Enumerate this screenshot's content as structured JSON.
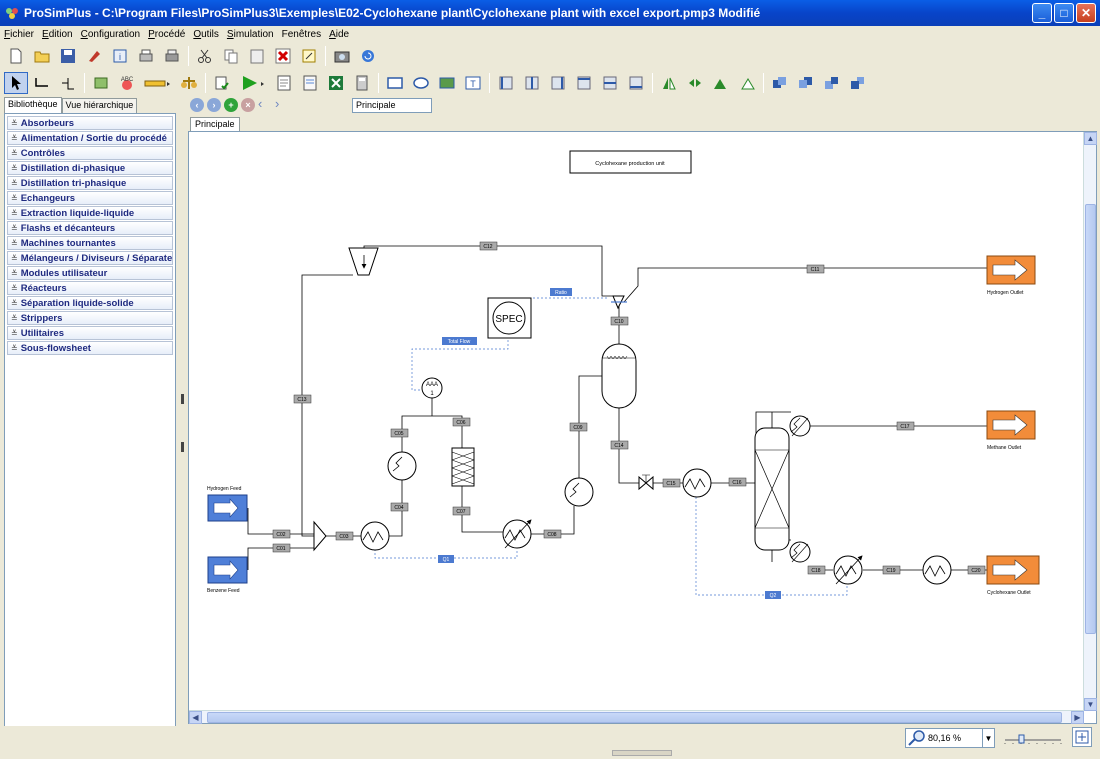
{
  "window": {
    "title": "ProSimPlus - C:\\Program Files\\ProSimPlus3\\Exemples\\E02-Cyclohexane plant\\Cyclohexane plant with excel export.pmp3   Modifié"
  },
  "menu": [
    {
      "u": "F",
      "rest": "ichier"
    },
    {
      "u": "E",
      "rest": "dition"
    },
    {
      "u": "C",
      "rest": "onfiguration"
    },
    {
      "u": "P",
      "rest": "rocédé"
    },
    {
      "u": "O",
      "rest": "utils"
    },
    {
      "u": "S",
      "rest": "imulation"
    },
    {
      "u": "",
      "rest": "Fenêtres"
    },
    {
      "u": "A",
      "rest": "ide"
    }
  ],
  "sidebar": {
    "tab_library": "Bibliothèque",
    "tab_hierarchy": "Vue hiérarchique",
    "categories": [
      "Absorbeurs",
      "Alimentation / Sortie du procédé",
      "Contrôles",
      "Distillation di-phasique",
      "Distillation tri-phasique",
      "Echangeurs",
      "Extraction liquide-liquide",
      "Flashs et décanteurs",
      "Machines tournantes",
      "Mélangeurs / Diviseurs / Séparate...",
      "Modules utilisateur",
      "Réacteurs",
      "Séparation liquide-solide",
      "Strippers",
      "Utilitaires",
      "Sous-flowsheet"
    ]
  },
  "navigation": {
    "page_field": "Principale",
    "doc_tab": "Principale"
  },
  "diagram": {
    "title": "Cyclohexane production unit",
    "feeds": {
      "hydrogen": "Hydrogen Feed",
      "benzene": "Benzene Feed"
    },
    "outlets": {
      "hydrogen": "Hydrogen Outlet",
      "methane": "Methane Outlet",
      "cyclohexane": "Cyclohexane Outlet"
    },
    "spec": "SPEC",
    "aaa": "AAA",
    "aaa_num": "1",
    "info": {
      "ratio": "Ratio",
      "total_flow": "Total Flow",
      "q1": "Q1",
      "q2": "Q2"
    },
    "streams": {
      "c01": "C01",
      "c02": "C02",
      "c03": "C03",
      "c04": "C04",
      "c05": "C05",
      "c06": "C06",
      "c07": "C07",
      "c08": "C08",
      "c09": "C09",
      "c10": "C10",
      "c11": "C11",
      "c12": "C12",
      "c13": "C13",
      "c14": "C14",
      "c15": "C15",
      "c16": "C16",
      "c17": "C17",
      "c18": "C18",
      "c19": "C19",
      "c20": "C20"
    }
  },
  "status": {
    "zoom": "80,16 %"
  },
  "colors": {
    "accent_orange": "#f28c3a",
    "feed_blue": "#4f7fd8",
    "info_blue": "#4c7ad0"
  }
}
